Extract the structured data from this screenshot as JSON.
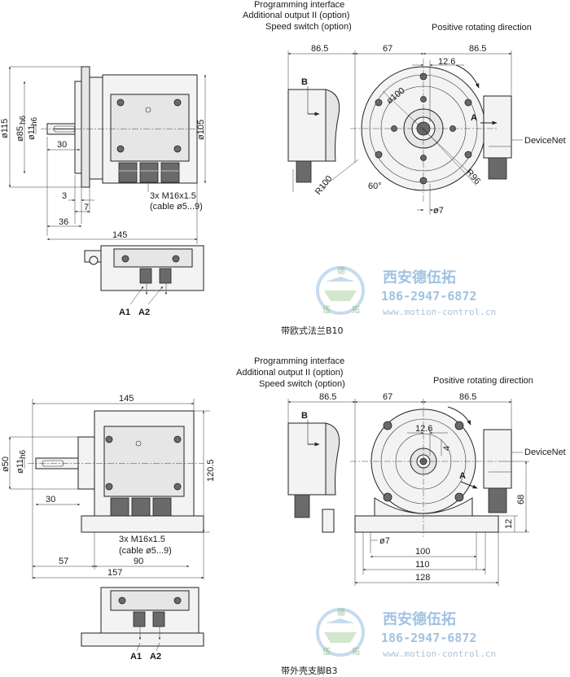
{
  "top": {
    "side": {
      "d115": "ø115",
      "d85": "ø85",
      "d85_sub": "h6",
      "d11": "ø11",
      "d11_sub": "h6",
      "len30": "30",
      "d105": "ø105",
      "len3": "3",
      "len7": "7",
      "len36": "36",
      "len145": "145",
      "cable1": "3x M16x1.5",
      "cable2": "(cable ø5...9)"
    },
    "front": {
      "prog1": "Programming interface",
      "prog2": "Additional output II (option)",
      "prog3": "Speed switch (option)",
      "rot": "Positive rotating direction",
      "dev": "DeviceNet",
      "len86a": "86.5",
      "len67": "67",
      "len86b": "86.5",
      "len126": "12.6",
      "d100": "ø100",
      "r100": "R100",
      "r96": "R96",
      "ang60": "60°",
      "d7": "ø7",
      "lblA": "A",
      "lblB": "B"
    },
    "bottom": {
      "a1": "A1",
      "a2": "A2"
    },
    "caption": "带欧式法兰B10"
  },
  "bot": {
    "side": {
      "len145": "145",
      "d50": "ø50",
      "d11": "ø11",
      "d11_sub": "h6",
      "len30": "30",
      "len1205": "120.5",
      "cable1": "3x M16x1.5",
      "cable2": "(cable ø5...9)",
      "len57": "57",
      "len90": "90",
      "len157": "157"
    },
    "front": {
      "prog1": "Programming interface",
      "prog2": "Additional output II (option)",
      "prog3": "Speed switch (option)",
      "rot": "Positive rotating direction",
      "dev": "DeviceNet",
      "len86a": "86.5",
      "len67": "67",
      "len86b": "86.5",
      "len126": "12.6",
      "len4": "4",
      "len68": "68",
      "len12": "12",
      "d7": "ø7",
      "len100": "100",
      "len110": "110",
      "len128": "128",
      "lblA": "A",
      "lblB": "B"
    },
    "bottom": {
      "a1": "A1",
      "a2": "A2"
    },
    "caption": "带外壳支脚B3"
  },
  "watermark": {
    "name": "西安德伍拓",
    "phone": "186-2947-6872",
    "url": "www.motion-control.cn",
    "logo_letters": [
      "德",
      "伍",
      "拓"
    ]
  }
}
